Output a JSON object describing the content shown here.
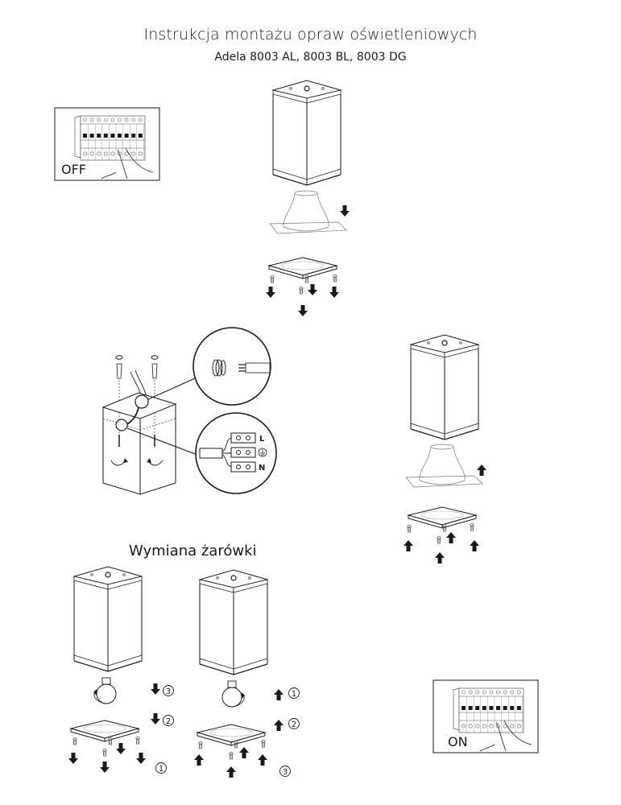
{
  "document": {
    "title": "Instrukcja montażu opraw oświetleniowych",
    "subtitle": "Adela 8003 AL, 8003 BL, 8003 DG"
  },
  "panels": {
    "breaker_off": {
      "label": "OFF",
      "icon": "circuit-breaker-hand-icon"
    },
    "breaker_on": {
      "label": "ON",
      "icon": "circuit-breaker-hand-icon"
    }
  },
  "wiring": {
    "terminal_labels": [
      "L",
      "N"
    ],
    "ground_symbol": "⏚"
  },
  "bulb_replacement": {
    "section_title": "Wymiana żarówki",
    "remove_steps": [
      "3",
      "2",
      "1"
    ],
    "install_steps": [
      "1",
      "2",
      "3"
    ]
  },
  "colors": {
    "ink": "#1a1a1a",
    "background": "#ffffff"
  }
}
